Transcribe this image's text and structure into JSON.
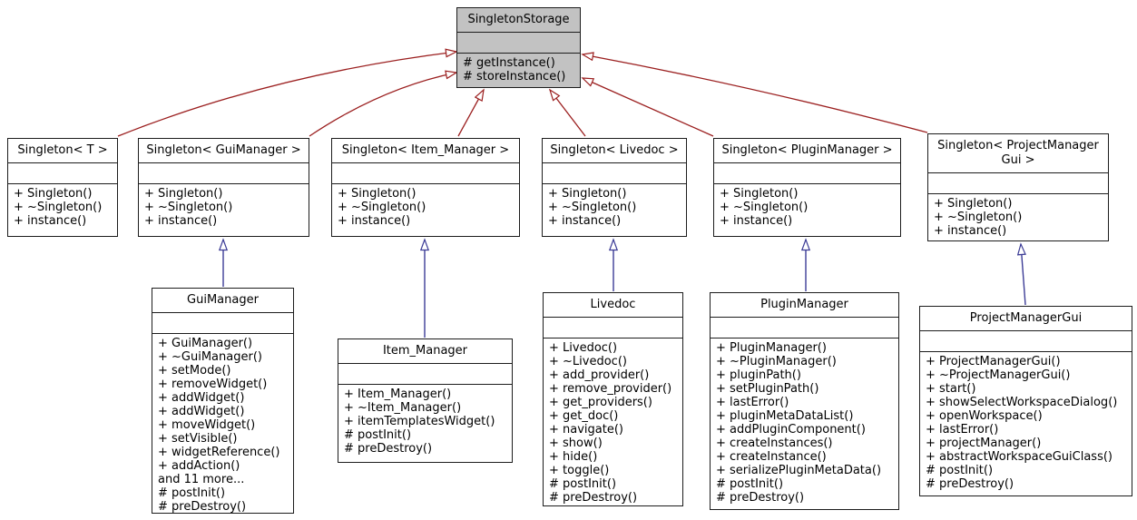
{
  "diagram": {
    "type": "uml-class-inheritance",
    "colors": {
      "template_edge": "#9b1f1f",
      "inheritance_edge": "#3c3c96",
      "root_header_fill": "#c2c2c2",
      "box_fill": "#ffffff",
      "box_border": "#1c1c1c"
    },
    "classes": {
      "storage": {
        "title": "SingletonStorage",
        "methods": [
          "# getInstance()",
          "# storeInstance()"
        ]
      },
      "t_tpl": {
        "title": "Singleton< T >",
        "methods": [
          "+ Singleton()",
          "+ ~Singleton()",
          "+ instance()"
        ]
      },
      "gui_tpl": {
        "title": "Singleton< GuiManager >",
        "methods": [
          "+ Singleton()",
          "+ ~Singleton()",
          "+ instance()"
        ]
      },
      "item_tpl": {
        "title": "Singleton< Item_Manager >",
        "methods": [
          "+ Singleton()",
          "+ ~Singleton()",
          "+ instance()"
        ]
      },
      "livedoc_tpl": {
        "title": "Singleton< Livedoc >",
        "methods": [
          "+ Singleton()",
          "+ ~Singleton()",
          "+ instance()"
        ]
      },
      "plugin_tpl": {
        "title": "Singleton< PluginManager >",
        "methods": [
          "+ Singleton()",
          "+ ~Singleton()",
          "+ instance()"
        ]
      },
      "pm_tpl": {
        "title": "Singleton< ProjectManager\nGui >",
        "methods": [
          "+ Singleton()",
          "+ ~Singleton()",
          "+ instance()"
        ]
      },
      "gui": {
        "title": "GuiManager",
        "methods": [
          "+ GuiManager()",
          "+ ~GuiManager()",
          "+ setMode()",
          "+ removeWidget()",
          "+ addWidget()",
          "+ addWidget()",
          "+ moveWidget()",
          "+ setVisible()",
          "+ widgetReference()",
          "+ addAction()",
          "and 11 more...",
          "# postInit()",
          "# preDestroy()"
        ]
      },
      "item": {
        "title": "Item_Manager",
        "methods": [
          "+ Item_Manager()",
          "+ ~Item_Manager()",
          "+ itemTemplatesWidget()",
          "# postInit()",
          "# preDestroy()"
        ]
      },
      "livedoc": {
        "title": "Livedoc",
        "methods": [
          "+ Livedoc()",
          "+ ~Livedoc()",
          "+ add_provider()",
          "+ remove_provider()",
          "+ get_providers()",
          "+ get_doc()",
          "+ navigate()",
          "+ show()",
          "+ hide()",
          "+ toggle()",
          "# postInit()",
          "# preDestroy()"
        ]
      },
      "plugin": {
        "title": "PluginManager",
        "methods": [
          "+ PluginManager()",
          "+ ~PluginManager()",
          "+ pluginPath()",
          "+ setPluginPath()",
          "+ lastError()",
          "+ pluginMetaDataList()",
          "+ addPluginComponent()",
          "+ createInstances()",
          "+ createInstance()",
          "+ serializePluginMetaData()",
          "# postInit()",
          "# preDestroy()"
        ]
      },
      "pm": {
        "title": "ProjectManagerGui",
        "methods": [
          "+ ProjectManagerGui()",
          "+ ~ProjectManagerGui()",
          "+ start()",
          "+ showSelectWorkspaceDialog()",
          "+ openWorkspace()",
          "+ lastError()",
          "+ projectManager()",
          "+ abstractWorkspaceGuiClass()",
          "# postInit()",
          "# preDestroy()"
        ]
      }
    },
    "edges": [
      {
        "from": "Singleton< T >",
        "to": "SingletonStorage",
        "relation": "inheritance",
        "color": "#9b1f1f"
      },
      {
        "from": "Singleton< GuiManager >",
        "to": "SingletonStorage",
        "relation": "inheritance",
        "color": "#9b1f1f"
      },
      {
        "from": "Singleton< Item_Manager >",
        "to": "SingletonStorage",
        "relation": "inheritance",
        "color": "#9b1f1f"
      },
      {
        "from": "Singleton< Livedoc >",
        "to": "SingletonStorage",
        "relation": "inheritance",
        "color": "#9b1f1f"
      },
      {
        "from": "Singleton< PluginManager >",
        "to": "SingletonStorage",
        "relation": "inheritance",
        "color": "#9b1f1f"
      },
      {
        "from": "Singleton< ProjectManagerGui >",
        "to": "SingletonStorage",
        "relation": "inheritance",
        "color": "#9b1f1f"
      },
      {
        "from": "GuiManager",
        "to": "Singleton< GuiManager >",
        "relation": "inheritance",
        "color": "#3c3c96"
      },
      {
        "from": "Item_Manager",
        "to": "Singleton< Item_Manager >",
        "relation": "inheritance",
        "color": "#3c3c96"
      },
      {
        "from": "Livedoc",
        "to": "Singleton< Livedoc >",
        "relation": "inheritance",
        "color": "#3c3c96"
      },
      {
        "from": "PluginManager",
        "to": "Singleton< PluginManager >",
        "relation": "inheritance",
        "color": "#3c3c96"
      },
      {
        "from": "ProjectManagerGui",
        "to": "Singleton< ProjectManagerGui >",
        "relation": "inheritance",
        "color": "#3c3c96"
      }
    ]
  }
}
